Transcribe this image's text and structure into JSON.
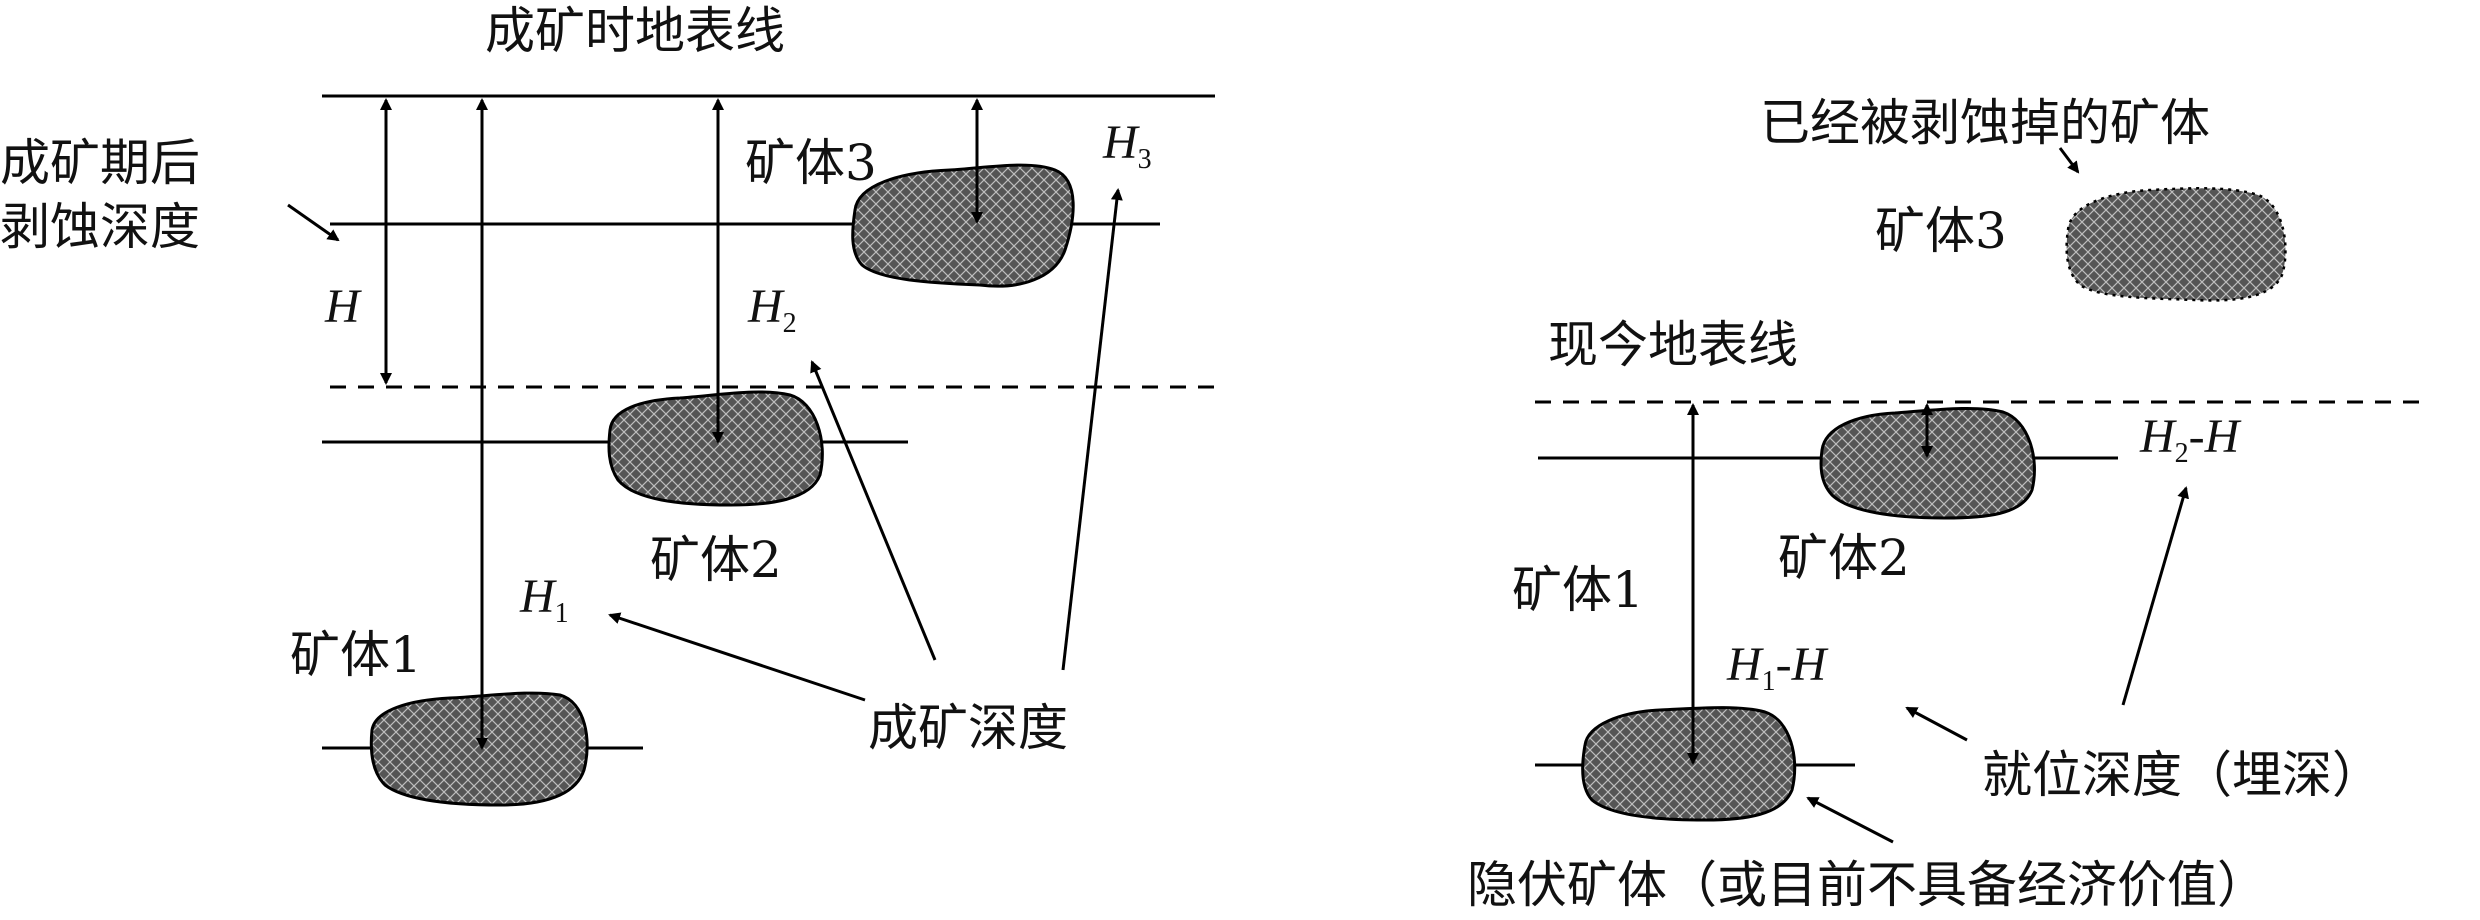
{
  "left_panel": {
    "title": "成矿时地表线",
    "erosion_label_line1": "成矿期后",
    "erosion_label_line2": "剥蚀深度",
    "H": "H",
    "H1": "H",
    "H1_sub": "1",
    "H2": "H",
    "H2_sub": "2",
    "H3": "H",
    "H3_sub": "3",
    "ore1": "矿体1",
    "ore2": "矿体2",
    "ore3": "矿体3",
    "formation_depth": "成矿深度"
  },
  "right_panel": {
    "eroded_label": "已经被剥蚀掉的矿体",
    "ore3": "矿体3",
    "surface_label": "现今地表线",
    "ore1": "矿体1",
    "ore2": "矿体2",
    "H2H_a": "H",
    "H2H_sub": "2",
    "H2H_b": "-H",
    "H1H_a": "H",
    "H1H_sub": "1",
    "H1H_b": "-H",
    "emplacement_depth": "就位深度（埋深）",
    "hidden_ore": "隐伏矿体（或目前不具备经济价值）"
  }
}
